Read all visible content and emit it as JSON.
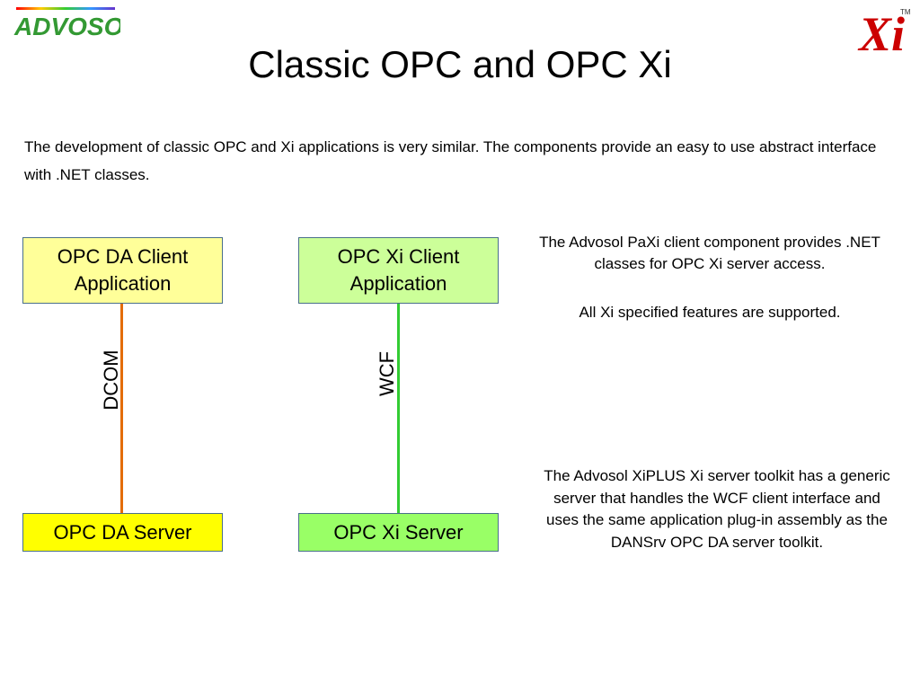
{
  "header": {
    "left_logo_text": "ADVOSOL",
    "right_logo_text": "Xi",
    "right_logo_tm": "TM",
    "title": "Classic OPC and OPC Xi"
  },
  "intro": {
    "text": "The development of classic OPC and Xi applications is very similar.  The components provide an easy to use abstract interface with .NET classes."
  },
  "diagram": {
    "da_client": {
      "line1": "OPC DA Client",
      "line2": "Application"
    },
    "da_server": {
      "label": "OPC DA Server"
    },
    "da_link": {
      "label": "DCOM"
    },
    "xi_client": {
      "line1": "OPC Xi Client",
      "line2": "Application"
    },
    "xi_server": {
      "label": "OPC Xi Server"
    },
    "xi_link": {
      "label": "WCF"
    },
    "colors": {
      "da_client_fill": "#ffff99",
      "da_server_fill": "#ffff00",
      "xi_client_fill": "#ccff99",
      "xi_server_fill": "#99ff66",
      "dcom_line": "#e36c09",
      "wcf_line": "#33cc33"
    }
  },
  "notes": {
    "client_note_1": "The Advosol PaXi client component provides .NET classes for OPC Xi server access.",
    "client_note_2": "All Xi specified features are supported.",
    "server_note": "The Advosol XiPLUS Xi server toolkit has a generic server that handles the WCF client interface and uses the same application plug-in assembly as the DANSrv OPC DA server toolkit."
  }
}
